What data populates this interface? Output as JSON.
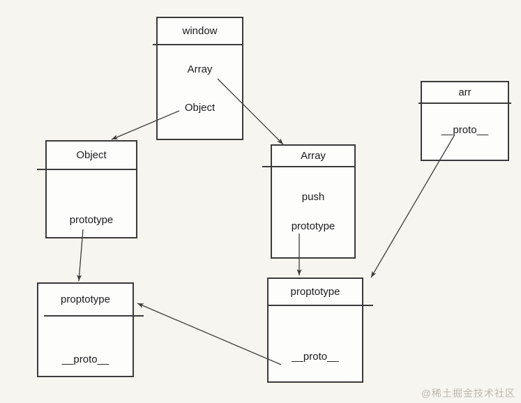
{
  "page": {
    "watermark": "@稀土掘金技术社区"
  },
  "colors": {
    "background": "#f7f5ef",
    "box_fill": "#fdfdfc",
    "line": "#3a3a3a",
    "text": "#1b1b1b",
    "watermark": "#bcb8af"
  },
  "diagram": {
    "type": "prototype-chain-diagram",
    "nodes": [
      {
        "id": "window",
        "title": "window",
        "fields": [
          "Array",
          "Object"
        ]
      },
      {
        "id": "arr",
        "title": "arr",
        "fields": [
          "__proto__"
        ]
      },
      {
        "id": "object-ctor",
        "title": "Object",
        "fields": [
          "prototype"
        ]
      },
      {
        "id": "array-ctor",
        "title": "Array",
        "fields": [
          "push",
          "prototype"
        ]
      },
      {
        "id": "object-prototype",
        "title": "proptotype",
        "fields": [
          "__proto__"
        ]
      },
      {
        "id": "array-prototype",
        "title": "proptotype",
        "fields": [
          "__proto__"
        ]
      }
    ],
    "edges": [
      {
        "from": "window.Array",
        "to": "array-ctor"
      },
      {
        "from": "window.Object",
        "to": "object-ctor"
      },
      {
        "from": "object-ctor.prototype",
        "to": "object-prototype"
      },
      {
        "from": "array-ctor.prototype",
        "to": "array-prototype"
      },
      {
        "from": "arr.__proto__",
        "to": "array-prototype"
      },
      {
        "from": "array-prototype.__proto__",
        "to": "object-prototype"
      }
    ]
  }
}
